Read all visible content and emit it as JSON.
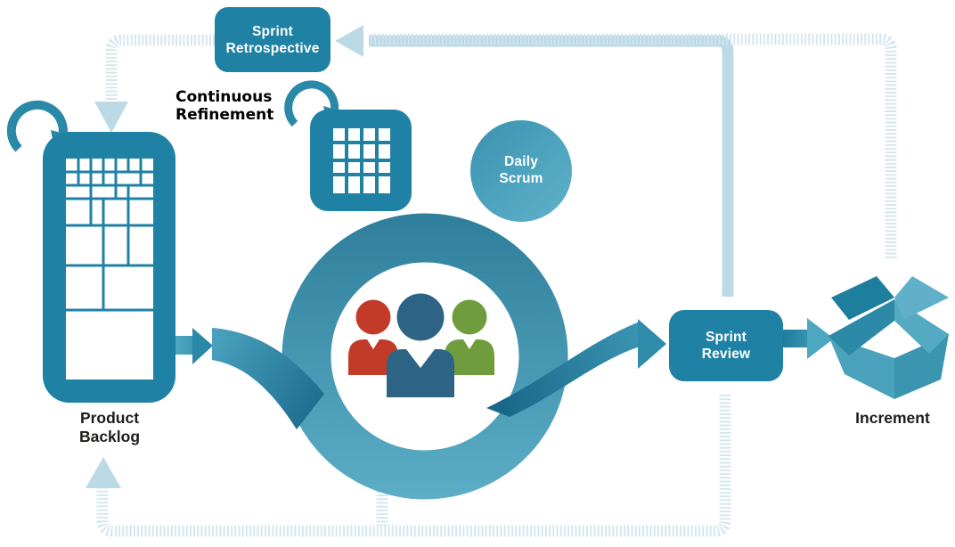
{
  "diagram": {
    "nodes": {
      "sprint_retrospective": "Sprint\nRetrospective",
      "continuous_refinement": "Continuous\nRefinement",
      "daily_scrum": "Daily\nScrum",
      "sprint_review": "Sprint\nReview",
      "product_backlog": "Product\nBacklog",
      "increment": "Increment"
    },
    "icons": [
      "refresh-icon (product backlog)",
      "refresh-icon (sprint backlog)",
      "product-backlog-treemap-icon",
      "sprint-backlog-grid-icon",
      "team-icon (red, blue, green people)",
      "daily-scrum-circle",
      "sprint-ring",
      "open-box-icon (increment)"
    ],
    "palette": {
      "teal_primary": "#1f82a4",
      "teal_ring_dark": "#2f7f9c",
      "teal_ring_light": "#5cadc6",
      "light_blue_arrow": "#bcdae6",
      "light_blue_hatch": "#d2e5ee",
      "person_red": "#c23a28",
      "person_blue": "#2d6485",
      "person_green": "#6f9c3c",
      "text_dark": "#1d1d1b",
      "text_light": "#ffffff"
    }
  }
}
